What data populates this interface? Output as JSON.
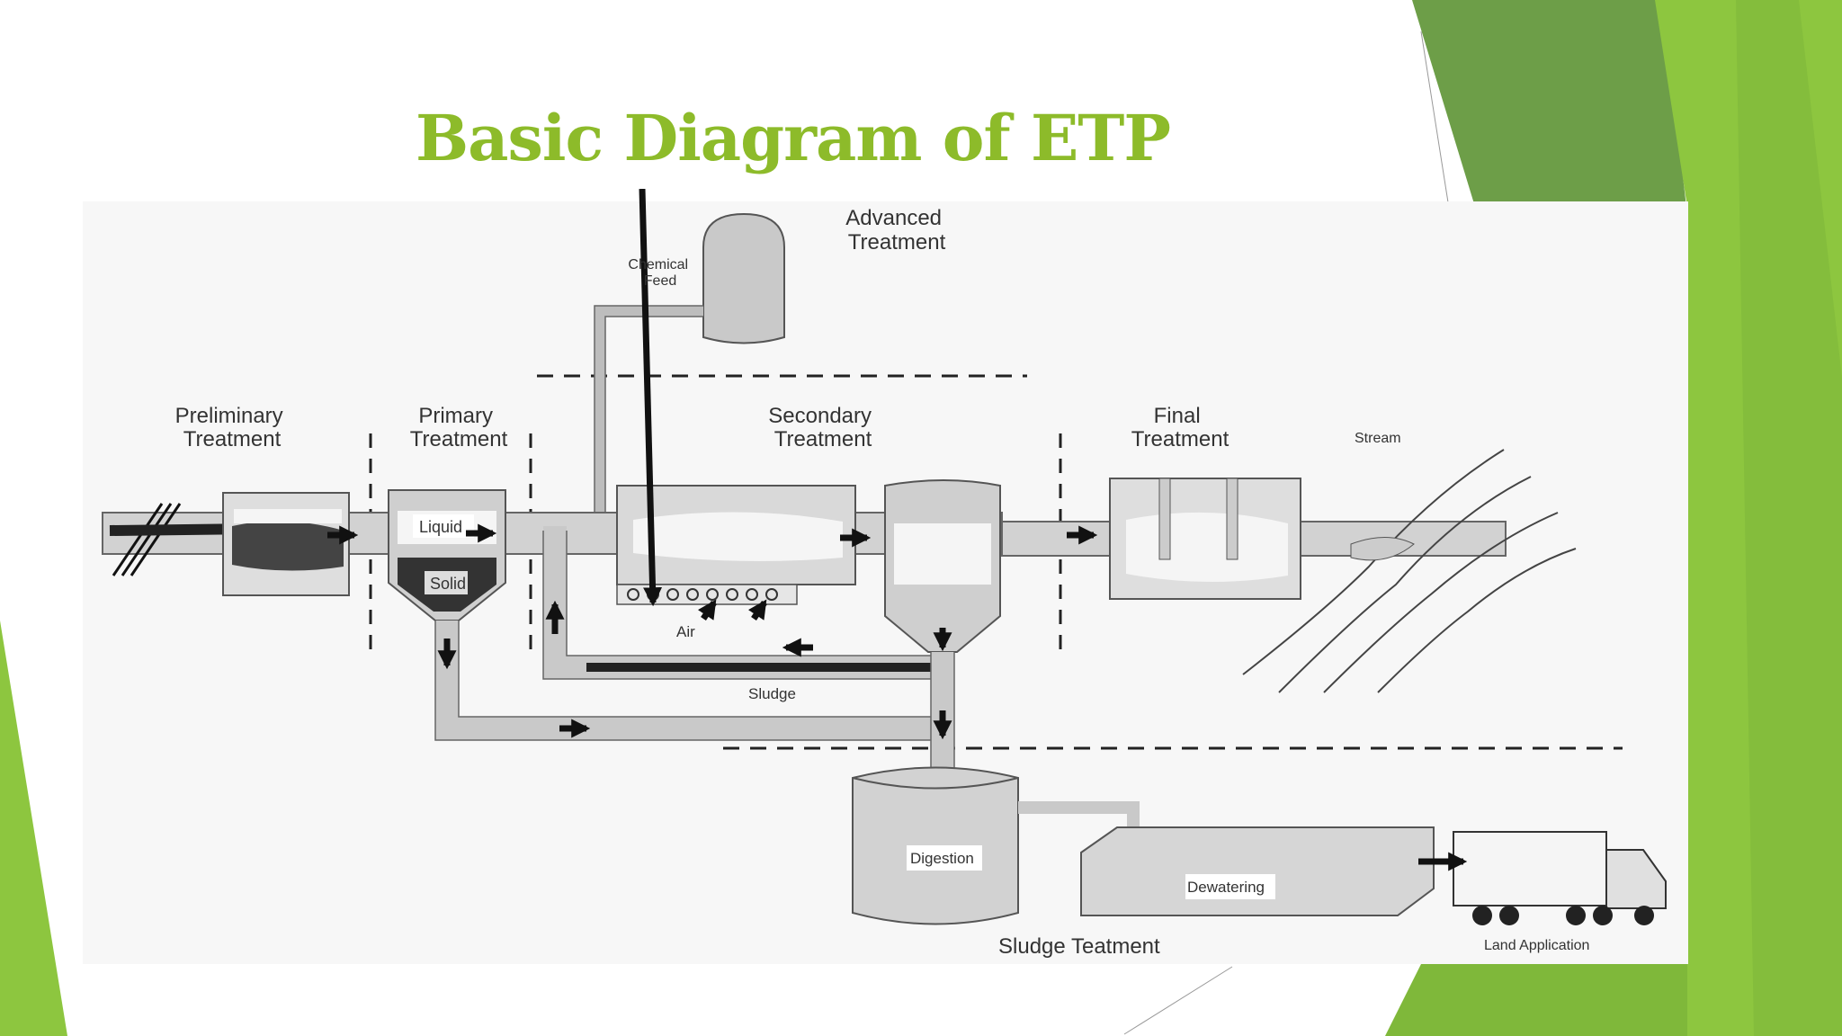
{
  "slide": {
    "title": "Basic Diagram of ETP",
    "colors": {
      "title": "#8DBB2A",
      "green_light": "#8DC63F",
      "green_mid": "#6FA83A",
      "green_dark": "#5E8C3A"
    }
  },
  "diagram": {
    "labels": {
      "advanced": [
        "Advanced",
        "Treatment"
      ],
      "chemical_feed": [
        "Chemical",
        "Feed"
      ],
      "preliminary": [
        "Preliminary",
        "Treatment"
      ],
      "primary": [
        "Primary",
        "Treatment"
      ],
      "secondary": [
        "Secondary",
        "Treatment"
      ],
      "final": [
        "Final",
        "Treatment"
      ],
      "stream": "Stream",
      "liquid": "Liquid",
      "solid": "Solid",
      "air": "Air",
      "sludge": "Sludge",
      "digestion": "Digestion",
      "dewatering": "Dewatering",
      "sludge_treatment": "Sludge Teatment",
      "land_application": "Land  Application"
    }
  }
}
